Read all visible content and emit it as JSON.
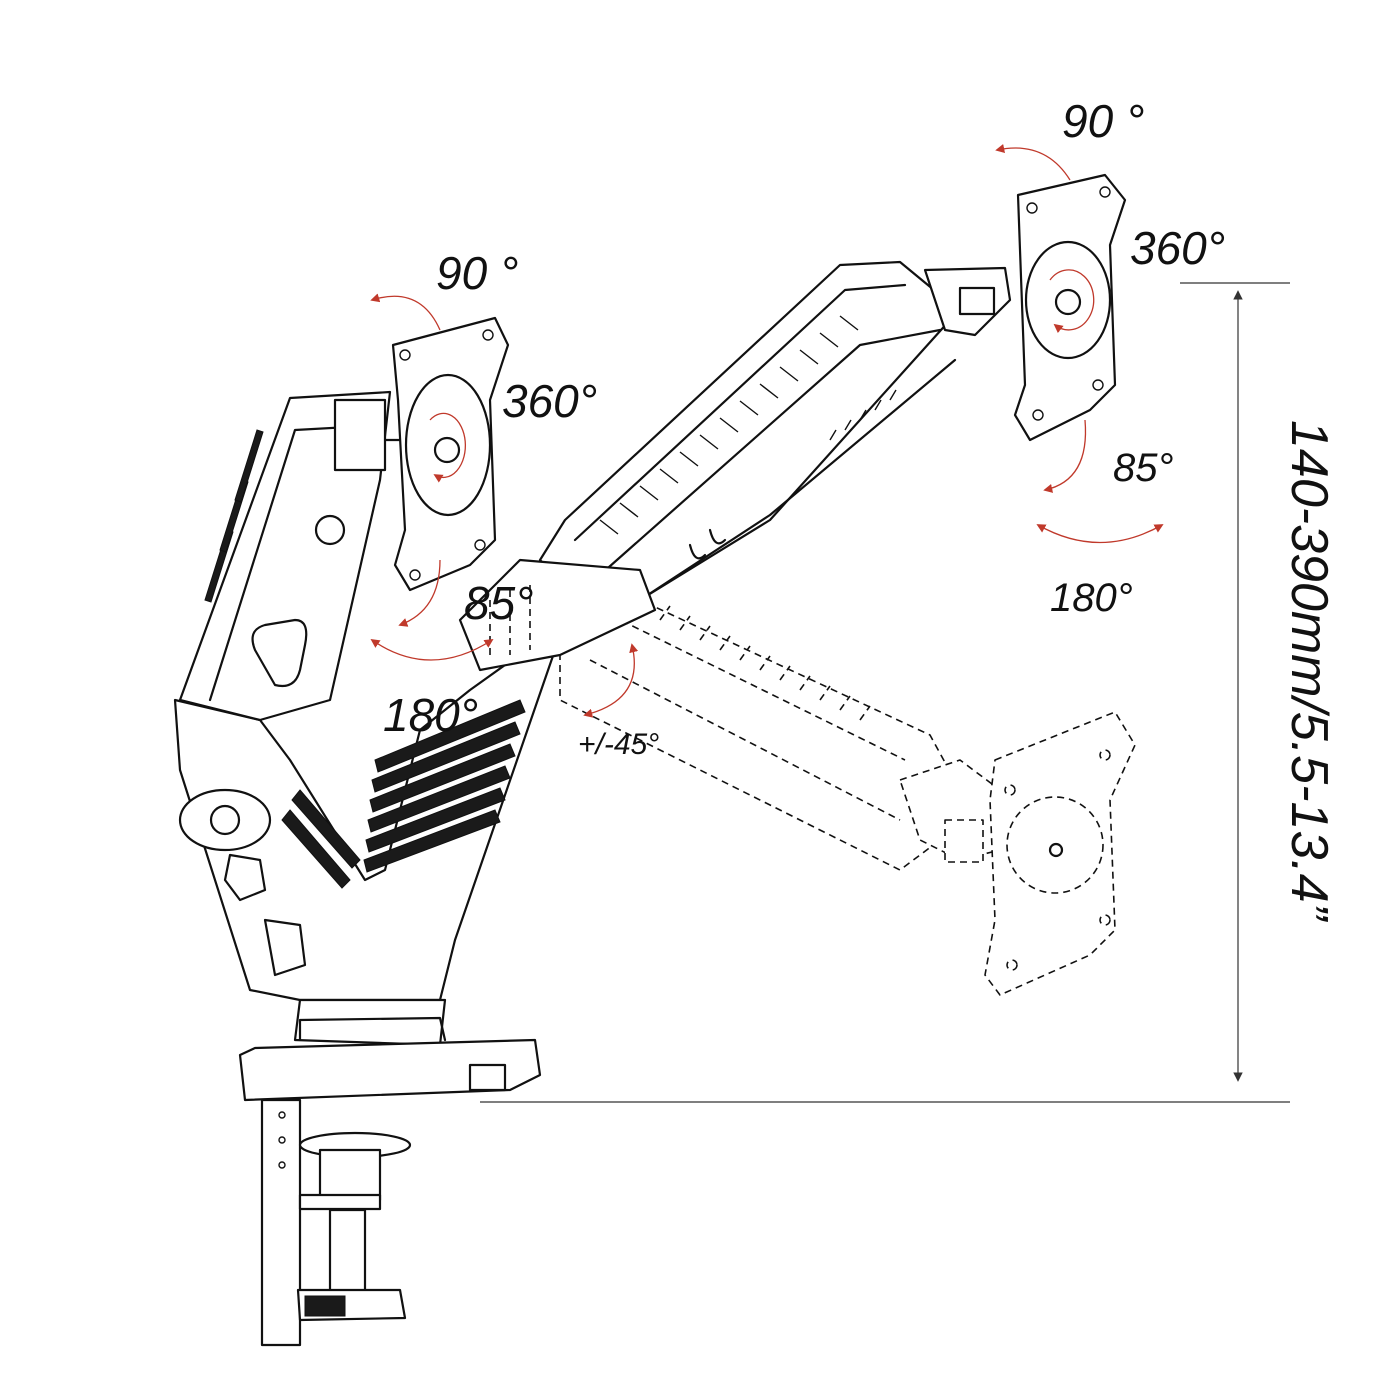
{
  "labels": {
    "left_tilt": "90 °",
    "left_rotate": "360°",
    "left_swivel_up": "85°",
    "left_pan": "180°",
    "right_tilt": "90 °",
    "right_rotate": "360°",
    "right_swivel": "85°",
    "right_pan": "180°",
    "arm_tilt": "+/-45°",
    "height_range": "140-390mm/5.5-13.4”"
  },
  "colors": {
    "line": "#111111",
    "arrow": "#c0392b",
    "background": "#ffffff"
  }
}
